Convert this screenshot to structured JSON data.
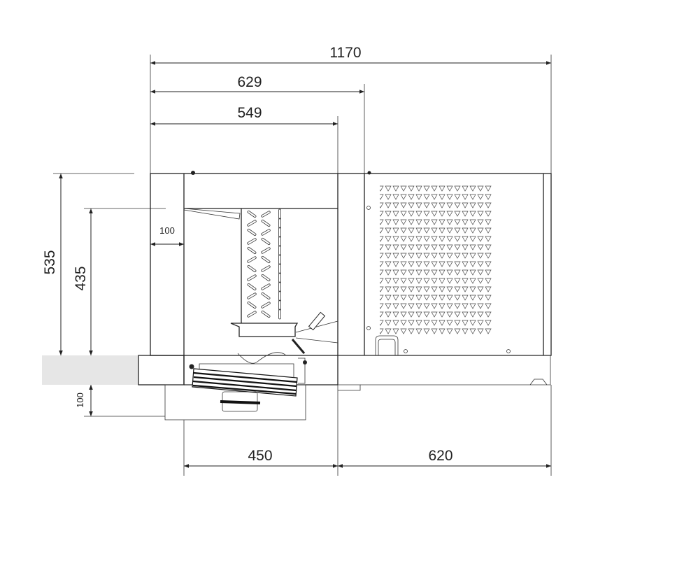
{
  "drawing": {
    "title": "Monoblock refrigeration unit side view",
    "dimensions": {
      "overall_length": "1170",
      "to_unit_front": "629",
      "to_wall_face": "549",
      "overall_height": "535",
      "inner_height": "435",
      "wall_thickness": "100",
      "lower_overhang": "100",
      "inner_depth": "450",
      "outer_depth": "620"
    },
    "colors": {
      "line": "#222222",
      "wall": "#e6e6e6"
    }
  }
}
